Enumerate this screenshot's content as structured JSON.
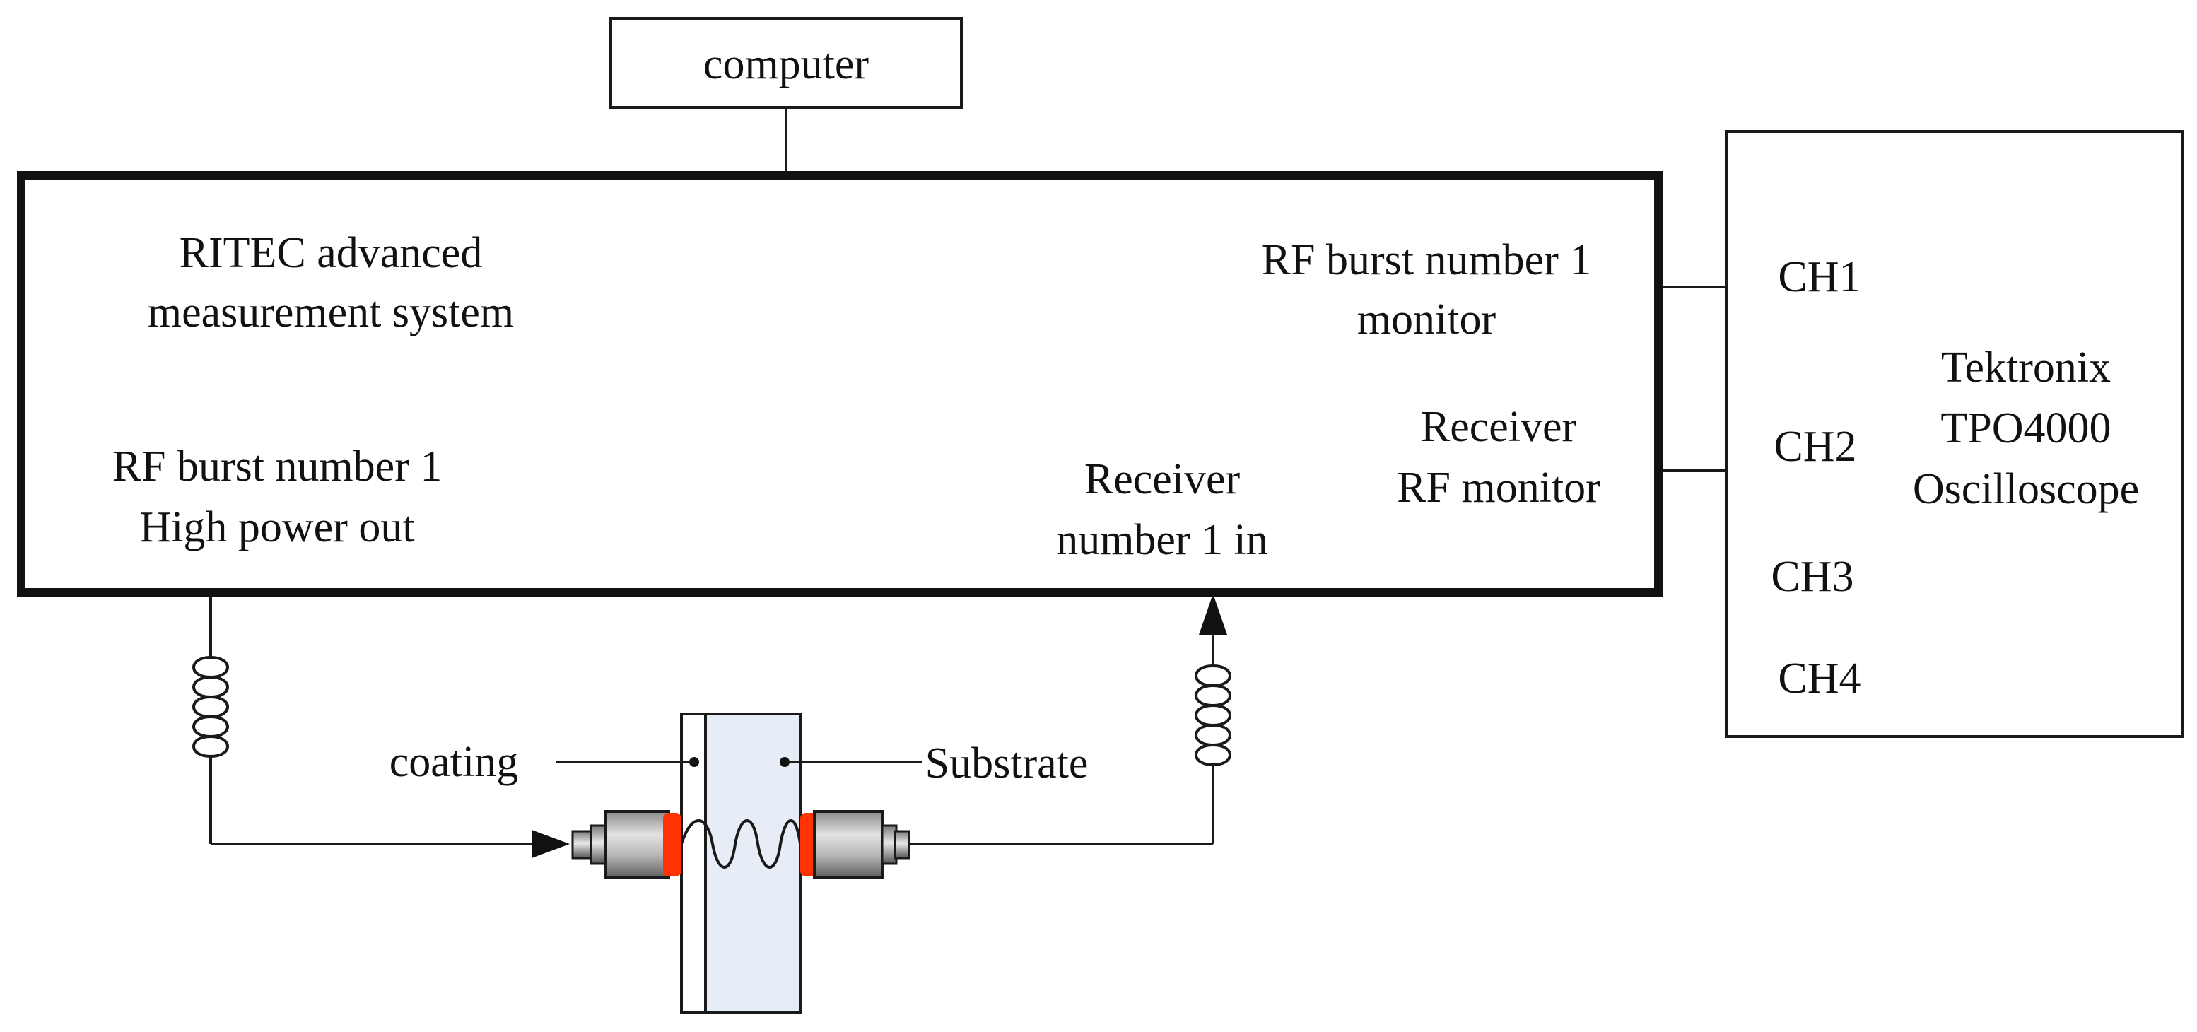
{
  "computer": {
    "label": "computer"
  },
  "ritec": {
    "title_line1": "RITEC  advanced",
    "title_line2": "measurement system",
    "out_line1": "RF burst number 1",
    "out_line2": "High power out",
    "rf_monitor_line1": "RF burst number 1",
    "rf_monitor_line2": "monitor",
    "receiver_monitor_line1": "Receiver",
    "receiver_monitor_line2": "RF monitor",
    "receiver_in_line1": "Receiver",
    "receiver_in_line2": "number 1 in"
  },
  "oscilloscope": {
    "channels": [
      "CH1",
      "CH2",
      "CH3",
      "CH4"
    ],
    "name_line1": "Tektronix",
    "name_line2": "TPO4000",
    "name_line3": "Oscilloscope"
  },
  "sample": {
    "coating_label": "coating",
    "substrate_label": "Substrate"
  },
  "colors": {
    "substrate_fill": "#e6edf7",
    "transducer_contact": "#ff3300",
    "transducer_body": "#9a9a9a"
  }
}
